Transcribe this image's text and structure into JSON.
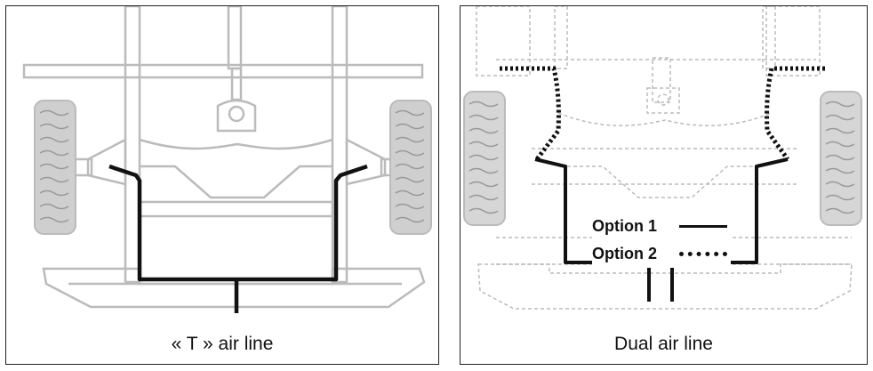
{
  "figure": {
    "left_panel": {
      "caption": "« T » air line"
    },
    "right_panel": {
      "caption": "Dual air line",
      "legend": [
        {
          "label": "Option 1",
          "style": "solid"
        },
        {
          "label": "Option 2",
          "style": "dotted"
        }
      ]
    }
  },
  "colors": {
    "air_line": "#111111",
    "chassis": "#bbbbbb",
    "border": "#222222"
  }
}
